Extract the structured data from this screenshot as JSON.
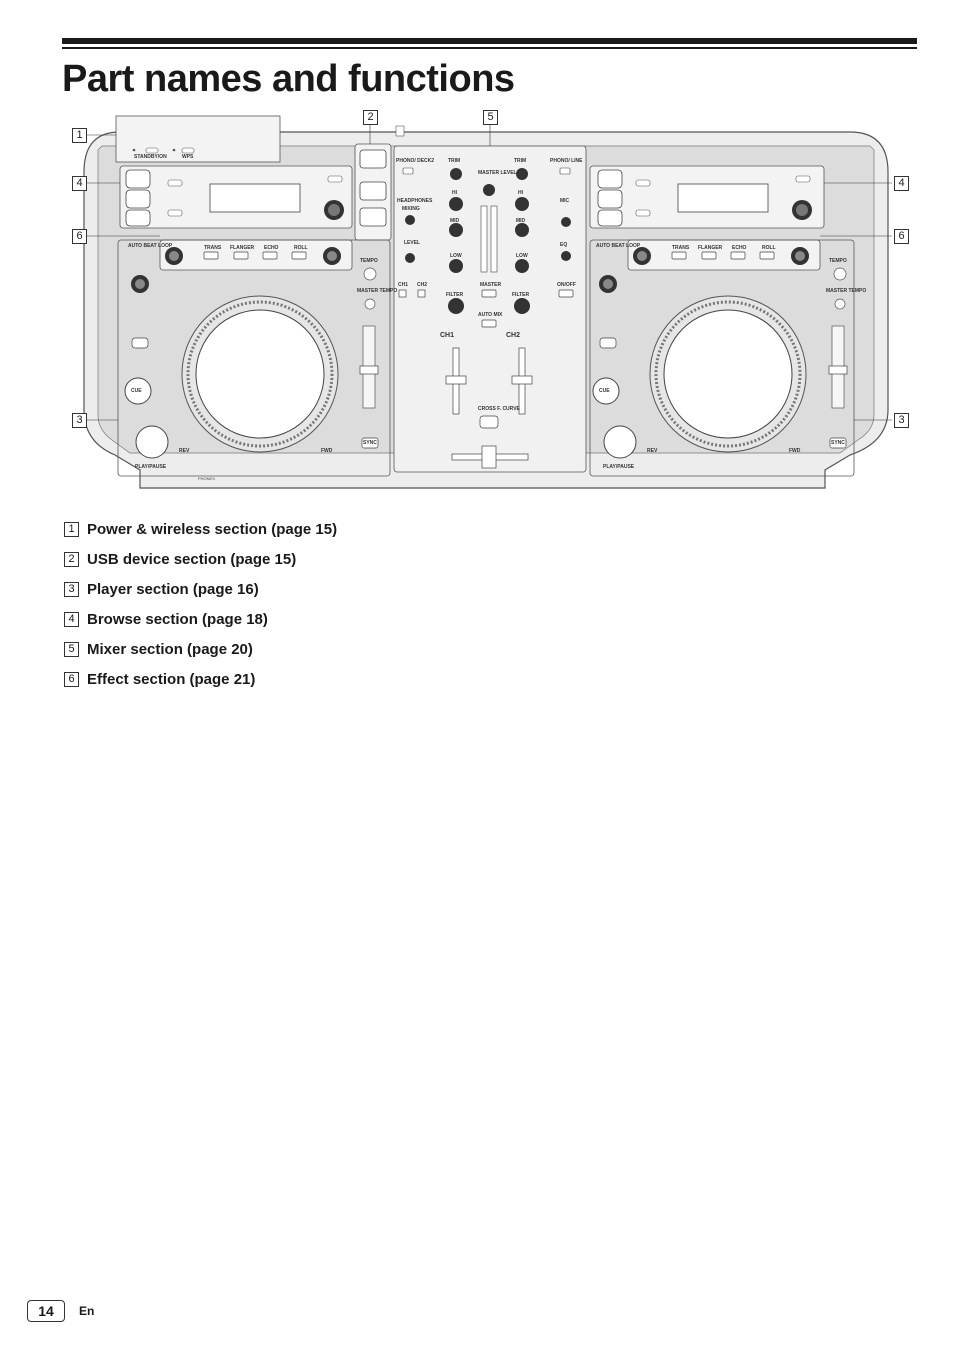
{
  "page": {
    "title": "Part names and functions",
    "page_number": "14",
    "language": "En"
  },
  "callouts": [
    "1",
    "2",
    "3",
    "4",
    "5",
    "6"
  ],
  "legend": [
    {
      "num": "1",
      "text": "Power & wireless section (page 15)"
    },
    {
      "num": "2",
      "text": "USB device section (page 15)"
    },
    {
      "num": "3",
      "text": "Player section (page 16)"
    },
    {
      "num": "4",
      "text": "Browse section (page 18)"
    },
    {
      "num": "5",
      "text": "Mixer section (page 20)"
    },
    {
      "num": "6",
      "text": "Effect section (page 21)"
    }
  ],
  "device_labels": {
    "standby": "STANDBY/ON",
    "wps": "WPS",
    "auto_beat_loop": "AUTO BEAT LOOP",
    "trans": "TRANS",
    "flanger": "FLANGER",
    "echo": "ECHO",
    "roll": "ROLL",
    "tempo": "TEMPO",
    "master_tempo": "MASTER TEMPO",
    "cue": "CUE",
    "play_pause": "PLAY/PAUSE",
    "rev": "REV",
    "fwd": "FWD",
    "sync": "SYNC",
    "trim": "TRIM",
    "hi": "HI",
    "mid": "MID",
    "low": "LOW",
    "filter": "FILTER",
    "master_level": "MASTER LEVEL",
    "headphones": "HEADPHONES",
    "mixing": "MIXING",
    "level": "LEVEL",
    "ch1": "CH1",
    "ch2": "CH2",
    "master": "MASTER",
    "auto_mix": "AUTO MIX",
    "cross_f_curve": "CROSS F. CURVE",
    "mic": "MIC",
    "eq": "EQ",
    "on_off": "ON/OFF",
    "phono_deck": "PHONO/ DECK2",
    "phono_deck_line": "PHONO/ LINE",
    "phones": "PHONES"
  }
}
